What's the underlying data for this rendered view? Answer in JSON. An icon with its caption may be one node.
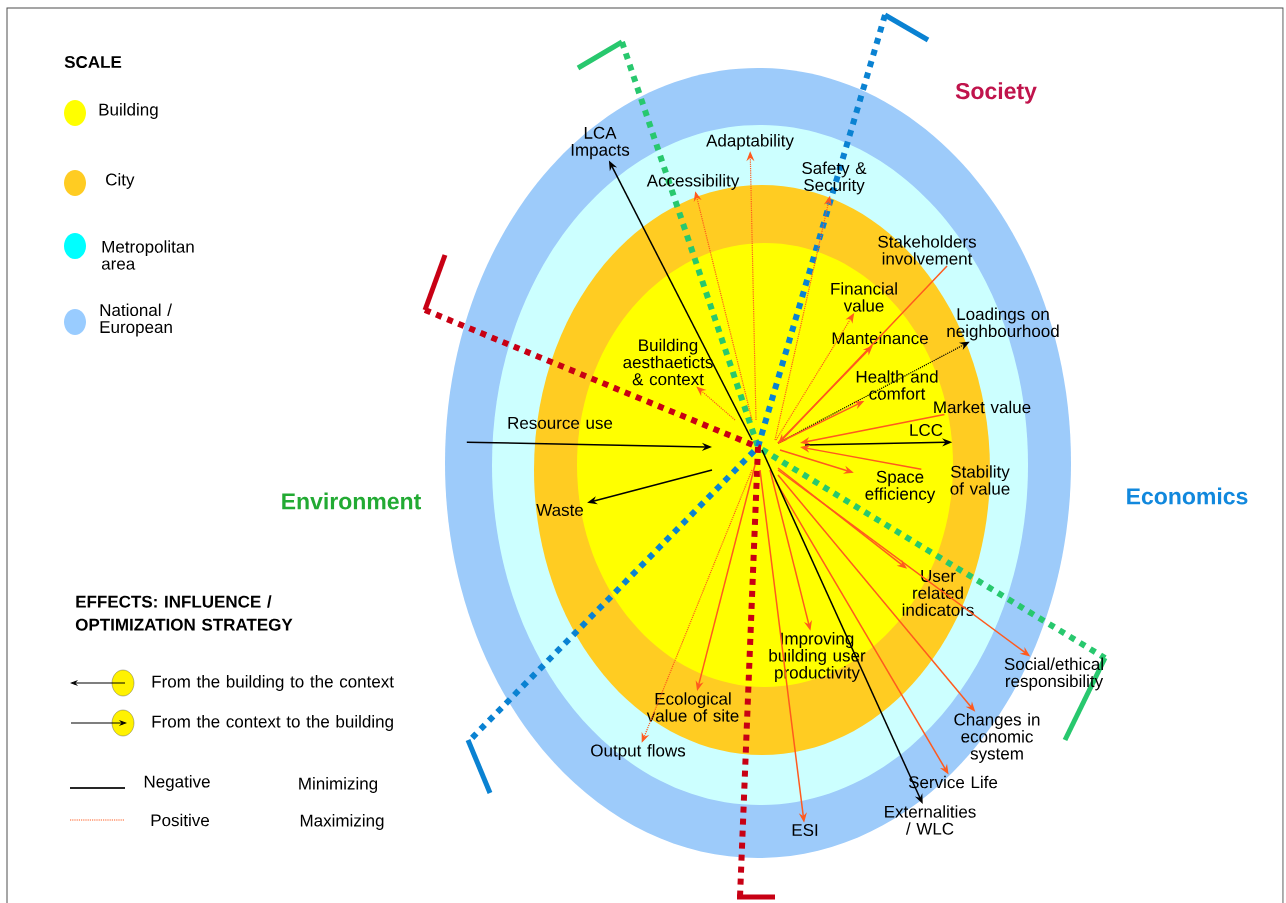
{
  "diagram": {
    "nodes": [
      {
        "text": [
          "LCA Impacts"
        ]
      },
      {
        "text": [
          "Adaptability"
        ]
      },
      {
        "text": [
          "Accessibility"
        ]
      },
      {
        "text": [
          "Safety & Security"
        ]
      },
      {
        "text": [
          "Stakeholders involvement"
        ]
      },
      {
        "text": [
          "Financial value"
        ]
      },
      {
        "text": [
          "Loadings on neighbourhood"
        ]
      },
      {
        "text": [
          "Manteinance"
        ]
      },
      {
        "text": [
          "Building aesthaeticts & context"
        ]
      },
      {
        "text": [
          "Health and comfort"
        ]
      },
      {
        "text": [
          "Market value"
        ]
      },
      {
        "text": [
          "Resource use"
        ]
      },
      {
        "text": [
          "LCC"
        ]
      },
      {
        "text": [
          "Stability of value"
        ]
      },
      {
        "text": [
          "Space efficiency"
        ]
      },
      {
        "text": [
          "Waste"
        ]
      },
      {
        "text": [
          "User related indicators"
        ]
      },
      {
        "text": [
          "Improving building user productivity"
        ]
      },
      {
        "text": [
          "Social/ethical responsibility"
        ]
      },
      {
        "text": [
          "Ecological value of site"
        ]
      },
      {
        "text": [
          "Changes in economic system"
        ]
      },
      {
        "text": [
          "Output flows"
        ]
      },
      {
        "text": [
          "Service Life"
        ]
      },
      {
        "text": [
          "Externalities / WLC"
        ]
      },
      {
        "text": [
          "ESI"
        ]
      }
    ],
    "edges": [
      {
        "from": null,
        "to": 0,
        "arrow": "to",
        "color": "#000000"
      },
      {
        "from": null,
        "to": 1,
        "arrow": "to",
        "style": "dashed"
      },
      {
        "from": null,
        "to": 2,
        "arrow": "to",
        "style": "dashed"
      },
      {
        "from": null,
        "to": 3,
        "arrow": "to",
        "style": "dashed"
      },
      {
        "from": 4,
        "to": null,
        "arrow": "to"
      },
      {
        "from": null,
        "to": 5,
        "arrow": "to",
        "style": "dashed"
      },
      {
        "from": null,
        "to": 6,
        "arrow": "to",
        "style": "dashed",
        "color": "#000000"
      },
      {
        "from": null,
        "to": 7,
        "arrow": "to"
      },
      {
        "from": null,
        "to": 8,
        "arrow": "to",
        "style": "dashed"
      },
      {
        "from": null,
        "to": 9,
        "arrow": "to"
      },
      {
        "from": 10,
        "to": null,
        "arrow": "to"
      },
      {
        "from": 11,
        "to": null,
        "arrow": "to",
        "color": "#000000"
      },
      {
        "from": null,
        "to": 12,
        "arrow": "to",
        "color": "#000000"
      },
      {
        "from": 13,
        "to": null,
        "arrow": "to"
      },
      {
        "from": null,
        "to": 14,
        "arrow": "to"
      },
      {
        "from": null,
        "to": 15,
        "arrow": "to",
        "color": "#000000"
      },
      {
        "from": null,
        "to": 16,
        "arrow": "to"
      },
      {
        "from": null,
        "to": 17,
        "arrow": "to"
      },
      {
        "from": null,
        "to": 18,
        "arrow": "to"
      },
      {
        "from": null,
        "to": 19,
        "arrow": "to"
      },
      {
        "from": null,
        "to": 20,
        "arrow": "to"
      },
      {
        "from": null,
        "to": 21,
        "arrow": "to",
        "style": "dashed"
      },
      {
        "from": null,
        "to": 22,
        "arrow": "to"
      },
      {
        "from": null,
        "to": 23,
        "arrow": "to",
        "color": "#000000"
      },
      {
        "from": null,
        "to": 24,
        "arrow": "to"
      }
    ],
    "labels": [
      "SCALE",
      "Society",
      "Environment",
      "Economics",
      "EFFECTS: INFLUENCE / OPTIMIZATION STRATEGY",
      "Minimizing",
      "Maximizing"
    ],
    "legend": [
      {
        "text": "Building",
        "color": "#ffff00"
      },
      {
        "text": "City",
        "color": "#ffcc22"
      },
      {
        "text": "Metropolitan area",
        "color": "#00ffff"
      },
      {
        "text": "National / European",
        "color": "#99ccff"
      },
      {
        "text": "From the building to the context"
      },
      {
        "text": "From the context to the building"
      },
      {
        "text": "Negative"
      },
      {
        "text": "Positive"
      }
    ]
  }
}
